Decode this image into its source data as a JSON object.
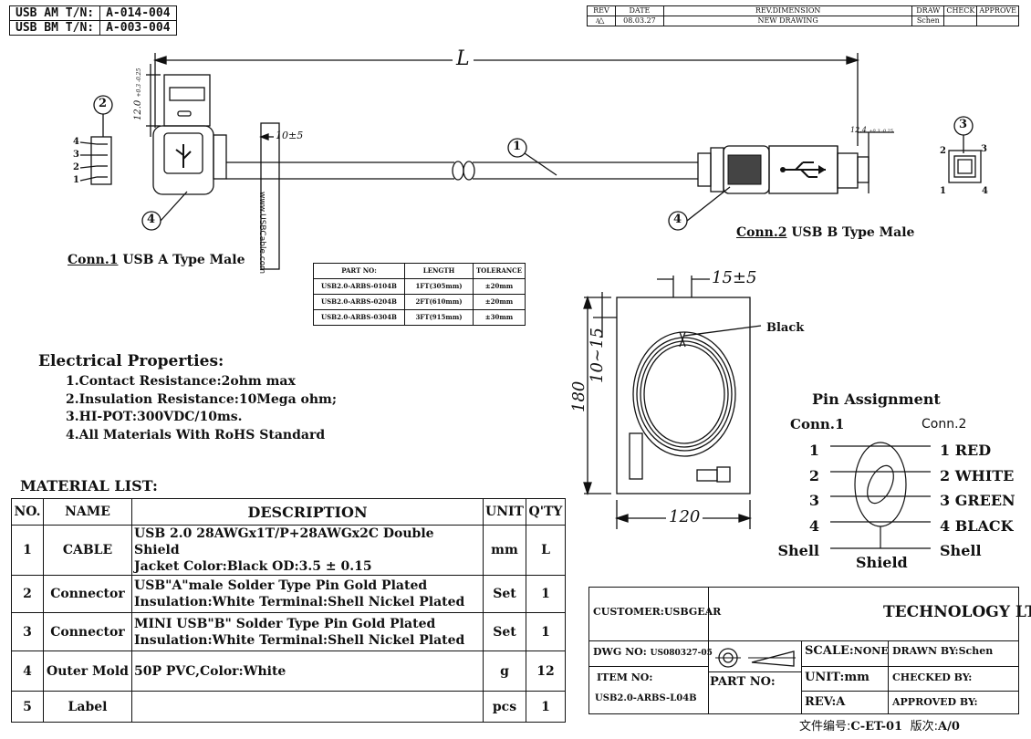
{
  "header_tn": [
    {
      "label": "USB AM T/N:",
      "value": "A-014-004"
    },
    {
      "label": "USB BM T/N:",
      "value": "A-003-004"
    }
  ],
  "rev_table": {
    "headers": [
      "REV",
      "DATE",
      "REV.DIMENSION",
      "DRAW",
      "CHECK",
      "APPROVE"
    ],
    "row": [
      "A",
      "08.03.27",
      "NEW DRAWING",
      "Schen",
      "",
      ""
    ]
  },
  "drawing": {
    "dim_L": "L",
    "dim_10": "10±5",
    "dim_12a": "12.0",
    "dim_12a_tol": "+0.3 -0.25",
    "dim_12b": "12.4",
    "dim_12b_tol": "+0.3 -0.25",
    "callouts": [
      "1",
      "2",
      "3",
      "4",
      "4"
    ],
    "pin_nums_a": [
      "4",
      "3",
      "2",
      "1"
    ],
    "pin_nums_b": [
      "2",
      "3",
      "1",
      "4"
    ],
    "cable_print": "www.USBCable.com",
    "conn1_label": "Conn.1",
    "conn1_desc": "USB A Type Male",
    "conn2_label": "Conn.2",
    "conn2_desc": "USB B Type Male"
  },
  "part_table": {
    "headers": [
      "PART NO:",
      "LENGTH",
      "TOLERANCE"
    ],
    "rows": [
      [
        "USB2.0-ARBS-0104B",
        "1FT(305mm)",
        "±20mm"
      ],
      [
        "USB2.0-ARBS-0204B",
        "2FT(610mm)",
        "±20mm"
      ],
      [
        "USB2.0-ARBS-0304B",
        "3FT(915mm)",
        "±30mm"
      ]
    ]
  },
  "package": {
    "dim_15": "15±5",
    "dim_180": "180",
    "dim_1015": "10~15",
    "dim_120": "120",
    "black_label": "Black"
  },
  "electrical": {
    "title": "Electrical Properties:",
    "items": [
      "1.Contact Resistance:2ohm max",
      "2.Insulation Resistance:10Mega ohm;",
      "3.HI-POT:300VDC/10ms.",
      "4.All Materials With RoHS Standard"
    ]
  },
  "pin_assignment": {
    "title": "Pin Assignment",
    "conn1": "Conn.1",
    "conn2": "Conn.2",
    "left": [
      "1",
      "2",
      "3",
      "4",
      "Shell"
    ],
    "right": [
      "1 RED",
      "2 WHITE",
      "3 GREEN",
      "4 BLACK",
      "Shell"
    ],
    "shield": "Shield"
  },
  "material_list": {
    "title": "MATERIAL LIST:",
    "headers": [
      "NO.",
      "NAME",
      "DESCRIPTION",
      "UNIT",
      "Q'TY"
    ],
    "rows": [
      {
        "no": "1",
        "name": "CABLE",
        "desc1": "USB 2.0 28AWGx1T/P+28AWGx2C Double Shield",
        "desc2": "Jacket Color:Black OD:3.5 ± 0.15",
        "unit": "mm",
        "qty": "L"
      },
      {
        "no": "2",
        "name": "Connector",
        "desc1": "USB\"A\"male Solder Type Pin Gold Plated",
        "desc2": "Insulation:White Terminal:Shell Nickel Plated",
        "unit": "Set",
        "qty": "1"
      },
      {
        "no": "3",
        "name": "Connector",
        "desc1": "MINI USB\"B\" Solder Type Pin Gold Plated",
        "desc2": "Insulation:White Terminal:Shell Nickel Plated",
        "unit": "Set",
        "qty": "1"
      },
      {
        "no": "4",
        "name": "Outer Mold",
        "desc1": "50P PVC,Color:White",
        "desc2": "",
        "unit": "g",
        "qty": "12"
      },
      {
        "no": "5",
        "name": "Label",
        "desc1": "",
        "desc2": "",
        "unit": "pcs",
        "qty": "1"
      }
    ]
  },
  "title_block": {
    "customer_label": "CUSTOMER:",
    "customer": "USBGEAR",
    "company": "TECHNOLOGY LTD.",
    "dwg_label": "DWG NO:",
    "dwg": "US080327-05",
    "item_label": "ITEM NO:",
    "item": "USB2.0-ARBS-L04B",
    "part_label": "PART NO:",
    "scale_label": "SCALE:",
    "scale": "NONE",
    "unit_label": "UNIT:",
    "unit": "mm",
    "rev_label": "REV:",
    "rev": "A",
    "drawn_label": "DRAWN BY:",
    "drawn": "Schen",
    "checked_label": "CHECKED BY:",
    "approved_label": "APPROVED BY:"
  },
  "footer": {
    "doc_label": "文件编号:",
    "doc": "C-ET-01",
    "ver_label": "版次:",
    "ver": "A/0"
  }
}
